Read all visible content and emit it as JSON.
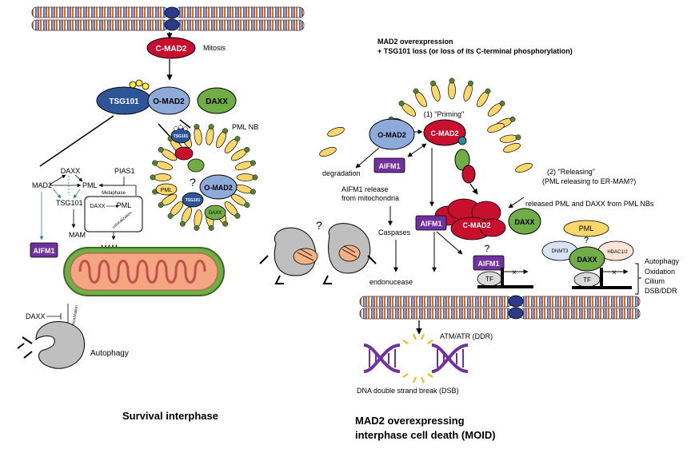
{
  "left_panel": {
    "mitosis_label": "Mitosis",
    "c_mad2": "C-MAD2",
    "o_mad2": "O-MAD2",
    "tsg101": "TSG101",
    "daxx": "DAXX",
    "pml_nb": "PML NB",
    "nb_tsg101": "TSG101",
    "nb_pml": "PML",
    "nb_daxx": "DAXX",
    "nb_o_mad2": "O-MAD2",
    "question": "?",
    "network": {
      "daxx": "DAXX",
      "mad2": "MAD2",
      "pml": "PML",
      "pias1": "PIAS1",
      "tsg101": "TSG101",
      "metaphase": "Metaphase",
      "meta_daxx": "DAXX",
      "meta_pml": "PML",
      "colocalization": "colocalization",
      "mam_left": "MAM",
      "mam_right": "MAM"
    },
    "aifm1": "AIFM1",
    "autophagy_daxx": "DAXX",
    "autophagy_colocalization": "colocalization",
    "autophagy": "Autophagy",
    "caption": "Survival interphase"
  },
  "right_panel": {
    "header_line1": "MAD2 overexpression",
    "header_line2": "+ TSG101 loss (or loss of its C-terminal phosphorylation)",
    "priming": "(1) \"Priming\"",
    "o_mad2": "O-MAD2",
    "c_mad2_top": "C-MAD2",
    "degradation": "degradation",
    "aifm1_top": "AIFM1",
    "aifm1_release": "AIFM1 release",
    "from_mitochondria": "from mitochondria",
    "releasing_line1": "(2) \"Releasing\"",
    "releasing_line2": "(PML releasing to ER-MAM?)",
    "released_text": "released PML and DAXX from PML NBs",
    "question_left": "?",
    "caspases": "Caspases",
    "aifm1_mid": "AIFM1",
    "c_mad2_mid": "C-MAD2",
    "daxx_mid": "DAXX",
    "question_mid": "?",
    "pml": "PML",
    "question_right": "?",
    "dnmt3": "DNMT3",
    "hdac": "HDAC1/2",
    "daxx_complex": "DAXX",
    "aifm1_bottom": "AIFM1",
    "tf_left": "TF",
    "tf_right": "TF",
    "endonuclease": "endonucease",
    "outcomes": [
      "Autophagy",
      "Oxidation",
      "Cilium",
      "DSB/DDR"
    ],
    "atm_atr": "ATM/ATR (DDR)",
    "dsb": "DNA double strand break (DSB)",
    "caption_line1": "MAD2 overexpressing",
    "caption_line2": "interphase cell death (MOID)"
  },
  "colors": {
    "c_mad2_red": "#c8102e",
    "o_mad2_blue": "#8eaadb",
    "tsg101_blue": "#2e5597",
    "daxx_green": "#70ad47",
    "aifm1_purple": "#7030a0",
    "pml_yellow": "#f9d76b",
    "dna_purple": "#7030a0",
    "mito_red": "#f4a582"
  }
}
